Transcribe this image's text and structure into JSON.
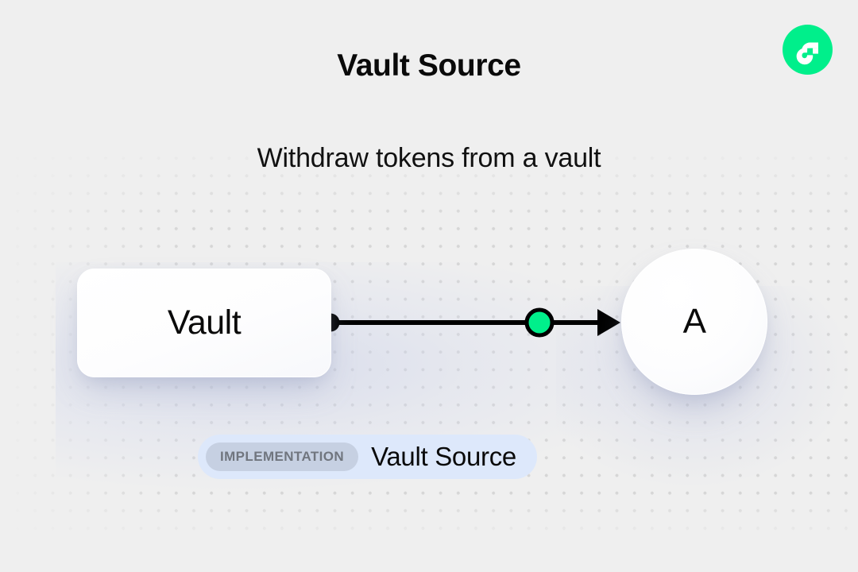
{
  "header": {
    "title": "Vault Source",
    "subtitle": "Withdraw tokens from a vault",
    "logo_icon": "flow-logo-icon"
  },
  "diagram": {
    "source_node": {
      "label": "Vault",
      "shape": "rounded-rectangle",
      "port_icon": "connector-dot-icon"
    },
    "target_node": {
      "label": "A",
      "shape": "circle"
    },
    "edge": {
      "midpoint_icon": "edge-token-dot-icon",
      "arrow_icon": "arrow-head-icon",
      "direction": "source-to-target"
    }
  },
  "badge": {
    "tag": "IMPLEMENTATION",
    "name": "Vault Source"
  },
  "colors": {
    "accent_green": "#00ef8b",
    "background": "#efefef",
    "badge_background": "#dde8fb",
    "badge_tag_background": "#c6d0e2",
    "badge_tag_text": "#70757e",
    "edge_stroke": "#000000",
    "dot_grid": "#d6d6d6"
  }
}
